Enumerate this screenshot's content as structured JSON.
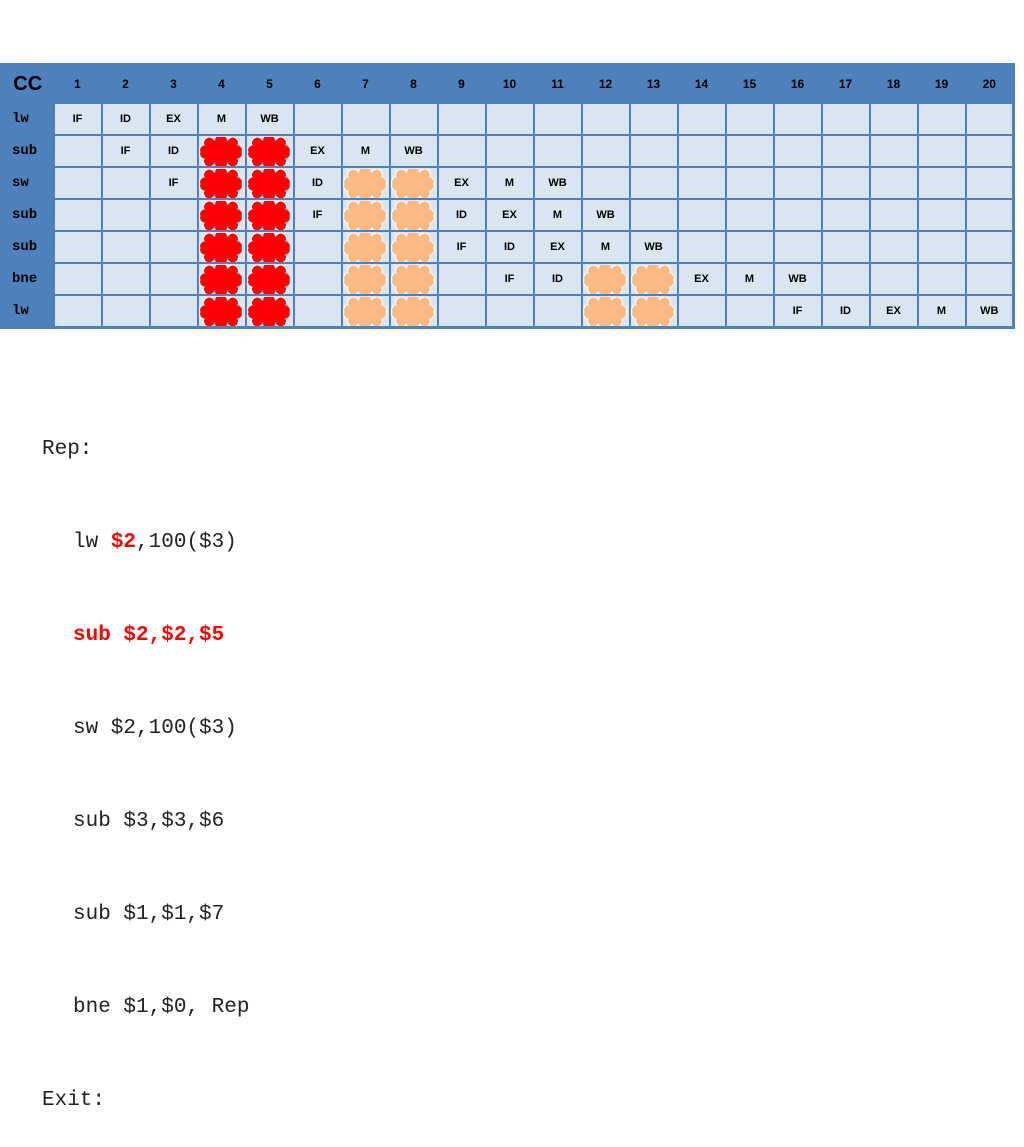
{
  "table": {
    "corner_label": "CC",
    "cycles": [
      "1",
      "2",
      "3",
      "4",
      "5",
      "6",
      "7",
      "8",
      "9",
      "10",
      "11",
      "12",
      "13",
      "14",
      "15",
      "16",
      "17",
      "18",
      "19",
      "20"
    ],
    "rows": [
      {
        "instr": "lw",
        "cells": [
          "IF",
          "ID",
          "EX",
          "M",
          "WB",
          "",
          "",
          "",
          "",
          "",
          "",
          "",
          "",
          "",
          "",
          "",
          "",
          "",
          "",
          ""
        ]
      },
      {
        "instr": "sub",
        "cells": [
          "",
          "IF",
          "ID",
          "stall-red",
          "stall-red",
          "EX",
          "M",
          "WB",
          "",
          "",
          "",
          "",
          "",
          "",
          "",
          "",
          "",
          "",
          "",
          ""
        ]
      },
      {
        "instr": "sw",
        "cells": [
          "",
          "",
          "IF",
          "stall-red",
          "stall-red",
          "ID",
          "stall-orange",
          "stall-orange",
          "EX",
          "M",
          "WB",
          "",
          "",
          "",
          "",
          "",
          "",
          "",
          "",
          ""
        ]
      },
      {
        "instr": "sub",
        "cells": [
          "",
          "",
          "",
          "stall-red",
          "stall-red",
          "IF",
          "stall-orange",
          "stall-orange",
          "ID",
          "EX",
          "M",
          "WB",
          "",
          "",
          "",
          "",
          "",
          "",
          "",
          ""
        ]
      },
      {
        "instr": "sub",
        "cells": [
          "",
          "",
          "",
          "stall-red",
          "stall-red",
          "",
          "stall-orange",
          "stall-orange",
          "IF",
          "ID",
          "EX",
          "M",
          "WB",
          "",
          "",
          "",
          "",
          "",
          "",
          ""
        ]
      },
      {
        "instr": "bne",
        "cells": [
          "",
          "",
          "",
          "stall-red",
          "stall-red",
          "",
          "stall-orange",
          "stall-orange",
          "",
          "IF",
          "ID",
          "stall-orange",
          "stall-orange",
          "EX",
          "M",
          "WB",
          "",
          "",
          "",
          ""
        ]
      },
      {
        "instr": "lw",
        "cells": [
          "",
          "",
          "",
          "stall-red",
          "stall-red",
          "",
          "stall-orange",
          "stall-orange",
          "",
          "",
          "",
          "stall-orange",
          "stall-orange",
          "",
          "",
          "IF",
          "ID",
          "EX",
          "M",
          "WB"
        ]
      }
    ]
  },
  "code": {
    "label": "Rep:",
    "line1_op": "lw ",
    "line1_reg": "$2",
    "line1_rest": ",100($3)",
    "line2": "sub $2,$2,$5",
    "line3": "sw $2,100($3)",
    "line4": "sub $3,$3,$6",
    "line5": "sub $1,$1,$7",
    "line6": "bne $1,$0, Rep",
    "exit": "Exit:"
  },
  "colors": {
    "header_blue": "#4f81bd",
    "cell_fill": "#dbe5f1",
    "stall_red": "#ff0000",
    "stall_orange": "#fdb984",
    "highlight": "#ff0000"
  }
}
